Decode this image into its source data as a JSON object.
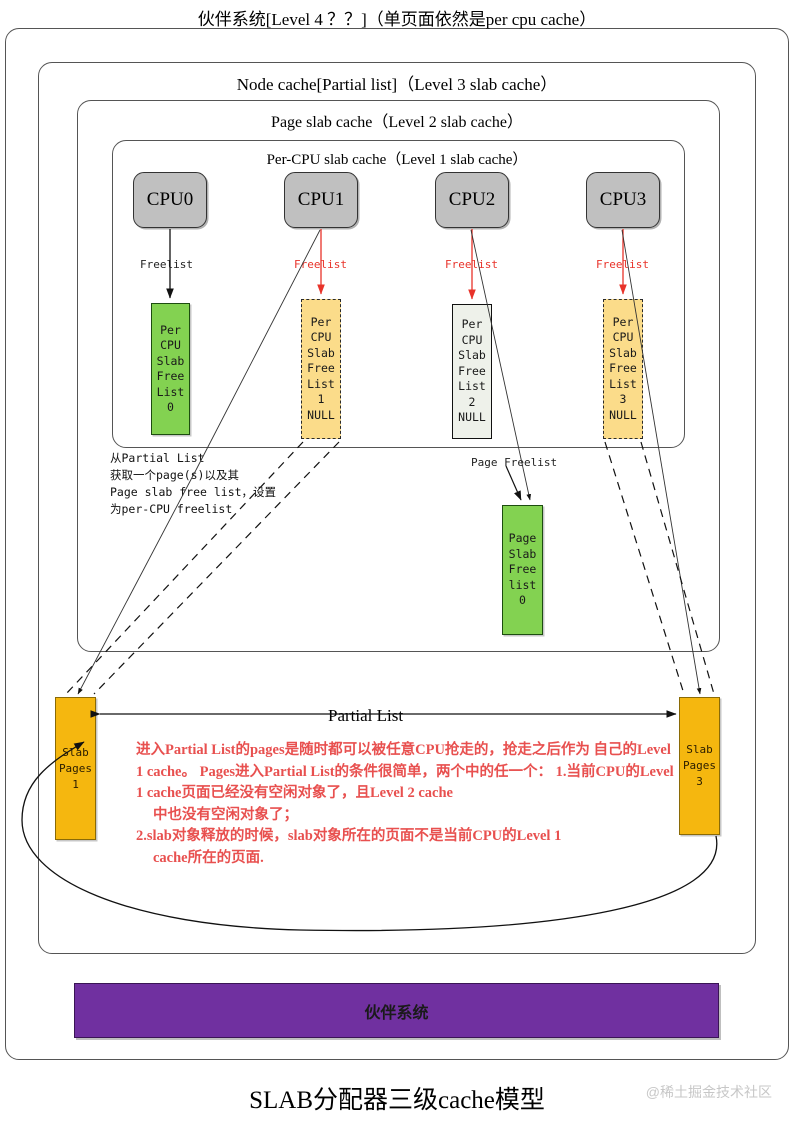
{
  "caption": "SLAB分配器三级cache模型",
  "watermark": "@稀土掘金技术社区",
  "colors": {
    "green": "#83d251",
    "yellow": "#fbdc8a",
    "orange": "#f5b70f",
    "purple": "#7030a0",
    "gray_cpu": "#c0c0c0",
    "red_text": "#e8504f",
    "red_arrow": "#e8332a"
  },
  "containers": [
    {
      "id": "outer",
      "title": "伙伴系统[Level 4 ？？]（单页面依然是per cpu cache）"
    },
    {
      "id": "node",
      "title": "Node cache[Partial list]（Level 3 slab cache）"
    },
    {
      "id": "page",
      "title": "Page slab cache（Level 2 slab cache）"
    },
    {
      "id": "percpu",
      "title": "Per-CPU slab cache（Level 1 slab cache）"
    }
  ],
  "cpus": [
    {
      "label": "CPU0",
      "freelist_label": "Freelist",
      "freelist_red": false
    },
    {
      "label": "CPU1",
      "freelist_label": "Freelist",
      "freelist_red": true
    },
    {
      "label": "CPU2",
      "freelist_label": "Freelist",
      "freelist_red": true
    },
    {
      "label": "CPU3",
      "freelist_label": "Freelist",
      "freelist_red": true
    }
  ],
  "percpu_freelists": [
    {
      "style": "green",
      "lines": [
        "Per",
        "CPU",
        "Slab",
        "Free",
        "List",
        "0"
      ]
    },
    {
      "style": "yellow",
      "lines": [
        "Per",
        "CPU",
        "Slab",
        "Free",
        "List",
        "1",
        "NULL"
      ]
    },
    {
      "style": "pale",
      "lines": [
        "Per",
        "CPU",
        "Slab",
        "Free",
        "List",
        "2",
        "NULL"
      ]
    },
    {
      "style": "yellow",
      "lines": [
        "Per",
        "CPU",
        "Slab",
        "Free",
        "List",
        "3",
        "NULL"
      ]
    }
  ],
  "page_freelist": {
    "arrow_label": "Page Freelist",
    "lines": [
      "Page",
      "Slab",
      "Free",
      "list",
      "0"
    ]
  },
  "partial_note": "从Partial List\n获取一个page(s)以及其\nPage slab free list，设置\n为per-CPU freelist",
  "partial_list": {
    "label": "Partial List",
    "left_box": {
      "lines": [
        "Slab",
        "Pages",
        "1"
      ]
    },
    "right_box": {
      "lines": [
        "Slab",
        "Pages",
        "3"
      ]
    }
  },
  "red_note": {
    "line1": "进入Partial List的pages是随时都可以被任意CPU抢走的，抢走之后作为",
    "line2": "自己的Level 1 cache。",
    "line3": "Pages进入Partial List的条件很简单，两个中的任一个：",
    "line4": "1.当前CPU的Level 1 cache页面已经没有空闲对象了，且Level 2 cache",
    "line5": "中也没有空闲对象了；",
    "line6": "2.slab对象释放的时候，slab对象所在的页面不是当前CPU的Level 1",
    "line7": "cache所在的页面."
  },
  "buddy_bar": {
    "label": "伙伴系统"
  }
}
